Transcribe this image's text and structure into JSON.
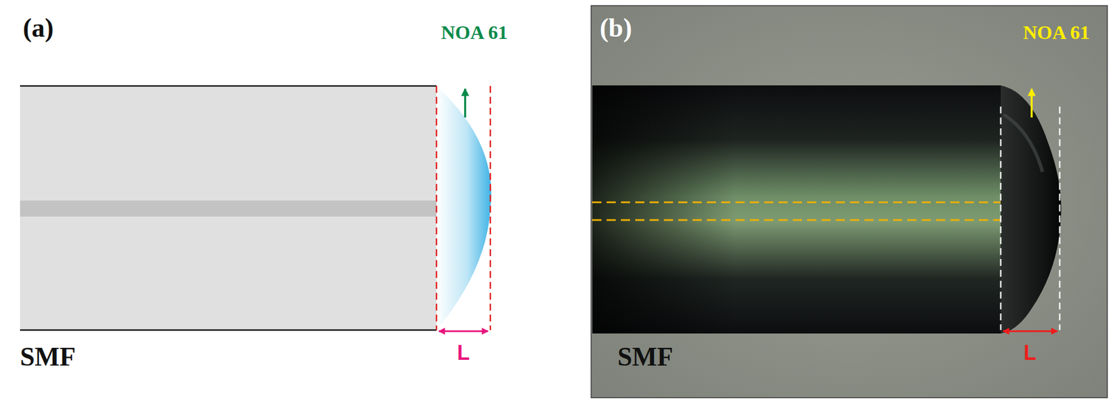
{
  "diagram": {
    "labels": [
      "(a)",
      "NOA 61",
      "L",
      "SMF",
      "(b)",
      "NOA 61",
      "L",
      "SMF"
    ]
  }
}
